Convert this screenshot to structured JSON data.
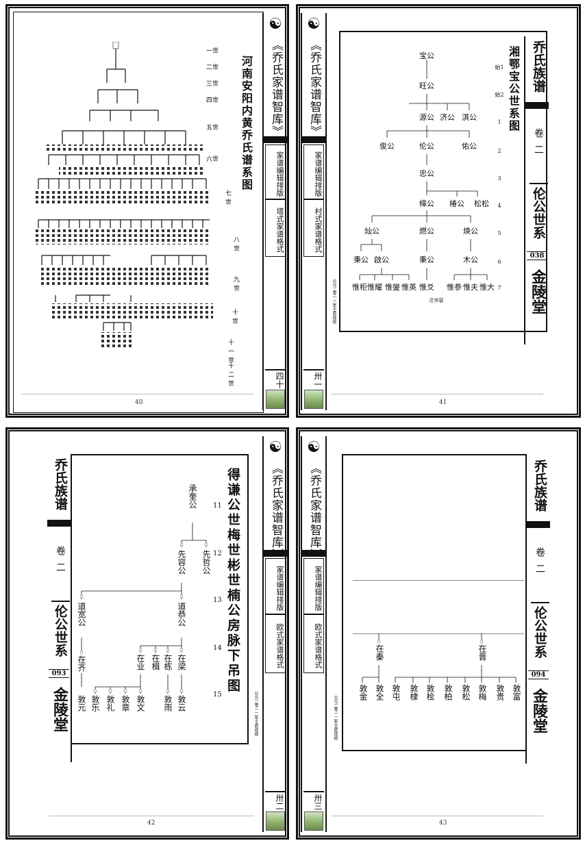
{
  "library_title": "《乔氏家谱智库》",
  "spine_box1": "家谱编辑排版",
  "p40": {
    "style": "塔式家谱格式",
    "vol": "四十",
    "pgno": "40",
    "title": "河南安阳内黄乔氏谱系图",
    "gens": [
      "一世",
      "二世",
      "三世",
      "四世",
      "五世",
      "六世",
      "七世",
      "八世",
      "九世",
      "十世",
      "十一世",
      "十二世"
    ]
  },
  "p41": {
    "style": "村式家谱格式",
    "vol": "卅一",
    "pgno": "41",
    "title": "湘鄂宝公世系图",
    "book": "乔氏族谱",
    "juan": "卷二",
    "branch": "伦公世系",
    "num": "038",
    "hall": "金陵堂",
    "revision": "公元二零一二年壬辰续修",
    "gens": [
      "始1",
      "始2",
      "1",
      "2",
      "3",
      "4",
      "5",
      "6",
      "7"
    ],
    "names": [
      "宝公",
      "旺公",
      "源公",
      "济公",
      "淇公",
      "俊公",
      "伦公",
      "佑公",
      "忠公",
      "樟公",
      "椿公",
      "松松",
      "灿公",
      "燃公",
      "焕公",
      "秉公",
      "啟公",
      "秉公",
      "木公",
      "惟柜",
      "惟耀",
      "惟燮",
      "惟英",
      "惟爻",
      "惟参",
      "惟夫",
      "惟大"
    ],
    "note": "迁华容"
  },
  "p42": {
    "style": "欧式家谱格式",
    "vol": "卅二",
    "pgno": "42",
    "title": "得谦公世梅世彬世楠公房脉下吊图",
    "book": "乔氏族谱",
    "juan": "卷二",
    "branch": "伦公世系",
    "num": "093",
    "hall": "金陵堂",
    "revision": "公元二零一二年壬辰续修",
    "gens": [
      "11",
      "12",
      "13",
      "14",
      "15"
    ],
    "names": [
      "承奎公",
      "先容公",
      "先哲公",
      "道宽公",
      "道恭公",
      "在齐",
      "在业",
      "在楫",
      "在栋",
      "在梁",
      "敦元",
      "敦乐",
      "敦礼",
      "敦章",
      "敦文",
      "敦雨",
      "敦云"
    ]
  },
  "p43": {
    "style": "欧式家谱格式",
    "vol": "卅三",
    "pgno": "43",
    "book": "乔氏族谱",
    "juan": "卷二",
    "branch": "伦公世系",
    "num": "094",
    "hall": "金陵堂",
    "revision": "公元二零一二年壬辰续修",
    "names": [
      "在秦",
      "在晋",
      "敦金",
      "敦全",
      "敦屯",
      "敦棣",
      "敦桧",
      "敦柏",
      "敦松",
      "敦梅",
      "敦贵",
      "敦富"
    ]
  }
}
